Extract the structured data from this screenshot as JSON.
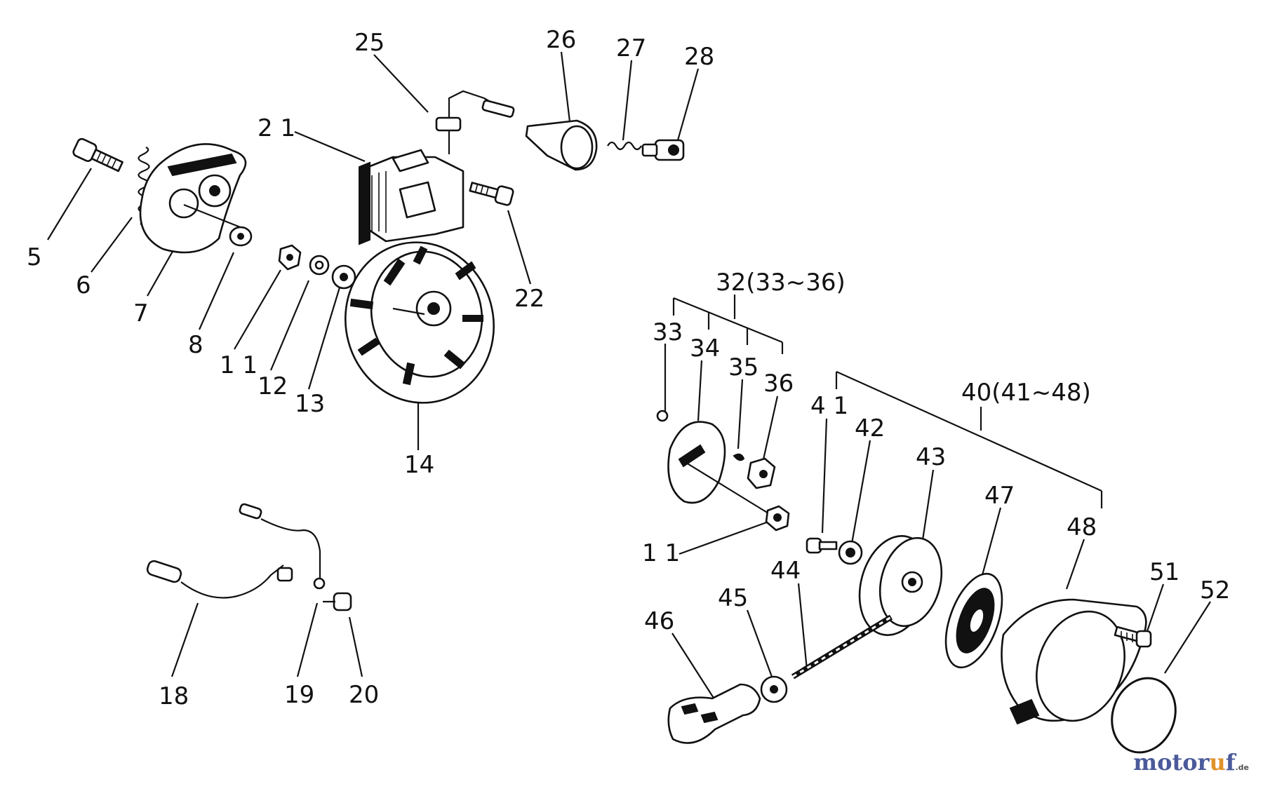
{
  "diagram": {
    "labels": {
      "p5": "5",
      "p6": "6",
      "p7": "7",
      "p8": "8",
      "p11a": "1 1",
      "p12": "12",
      "p13": "13",
      "p14": "14",
      "p18": "18",
      "p19": "19",
      "p20": "20",
      "p21": "2 1",
      "p22": "22",
      "p25": "25",
      "p26": "26",
      "p27": "27",
      "p28": "28",
      "p32": "32(33~36)",
      "p33": "33",
      "p34": "34",
      "p35": "35",
      "p36": "36",
      "p40": "40(41~48)",
      "p41": "4 1",
      "p42": "42",
      "p43": "43",
      "p44": "44",
      "p45": "45",
      "p46": "46",
      "p47": "47",
      "p48": "48",
      "p11b": "1 1",
      "p51": "51",
      "p52": "52"
    }
  },
  "watermark": {
    "part1": "motor",
    "part2": "u",
    "part3": "f",
    "suffix": ".de"
  }
}
